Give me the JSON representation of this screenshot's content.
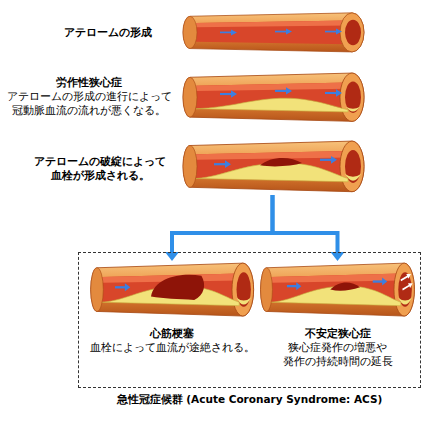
{
  "diagram": {
    "nodes": [
      {
        "text": [
          "アテロームの形成"
        ]
      },
      {
        "text": [
          "労作性狭心症",
          "アテロームの形成の進行によって 冠動脈血流の流れが悪くなる。"
        ]
      },
      {
        "text": [
          "アテロームの破綻によって 血栓が形成される。"
        ]
      },
      {
        "text": [
          "急性冠症候群 (Acute Coronary Syndrome: ACS)"
        ]
      },
      {
        "text": [
          "心筋梗塞",
          "血栓によって血流が途絶される。"
        ],
        "in": 3
      },
      {
        "text": [
          "不安定狭心症",
          "狭心症発作の増悪や 発作の持続時間の延長"
        ],
        "in": 3
      }
    ],
    "edges": [
      {
        "from": 2,
        "to": 4,
        "arrow": "to"
      },
      {
        "from": 2,
        "to": 5,
        "arrow": "to"
      }
    ]
  }
}
